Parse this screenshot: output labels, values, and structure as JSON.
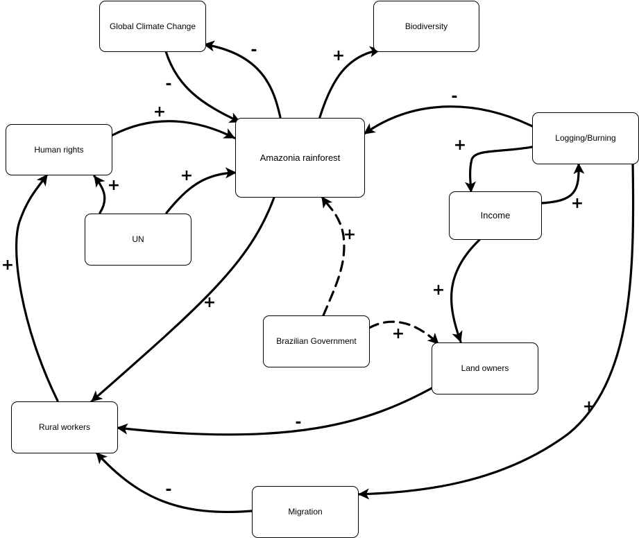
{
  "nodes": {
    "global_climate_change": "Global Climate Change",
    "biodiversity": "Biodiversity",
    "human_rights": "Human rights",
    "amazonia_rainforest": "Amazonia rainforest",
    "logging_burning": "Logging/Burning",
    "income": "Income",
    "un": "UN",
    "brazilian_government": "Brazilian Government",
    "land_owners": "Land owners",
    "rural_workers": "Rural workers",
    "migration": "Migration"
  },
  "edges": [
    {
      "from": "amazonia_rainforest",
      "to": "global_climate_change",
      "sign": "-",
      "style": "solid"
    },
    {
      "from": "global_climate_change",
      "to": "amazonia_rainforest",
      "sign": "-",
      "style": "solid"
    },
    {
      "from": "amazonia_rainforest",
      "to": "biodiversity",
      "sign": "+",
      "style": "solid"
    },
    {
      "from": "human_rights",
      "to": "amazonia_rainforest",
      "sign": "+",
      "style": "solid"
    },
    {
      "from": "un",
      "to": "amazonia_rainforest",
      "sign": "+",
      "style": "solid"
    },
    {
      "from": "un",
      "to": "human_rights",
      "sign": "+",
      "style": "solid"
    },
    {
      "from": "logging_burning",
      "to": "amazonia_rainforest",
      "sign": "-",
      "style": "solid"
    },
    {
      "from": "logging_burning",
      "to": "income",
      "sign": "+",
      "style": "solid"
    },
    {
      "from": "income",
      "to": "logging_burning",
      "sign": "+",
      "style": "solid"
    },
    {
      "from": "income",
      "to": "land_owners",
      "sign": "+",
      "style": "solid"
    },
    {
      "from": "brazilian_government",
      "to": "amazonia_rainforest",
      "sign": "+",
      "style": "dashed"
    },
    {
      "from": "brazilian_government",
      "to": "land_owners",
      "sign": "+",
      "style": "dashed"
    },
    {
      "from": "amazonia_rainforest",
      "to": "rural_workers",
      "sign": "+",
      "style": "solid"
    },
    {
      "from": "land_owners",
      "to": "rural_workers",
      "sign": "-",
      "style": "solid"
    },
    {
      "from": "rural_workers",
      "to": "human_rights",
      "sign": "+",
      "style": "solid"
    },
    {
      "from": "logging_burning",
      "to": "migration",
      "sign": "+",
      "style": "solid"
    },
    {
      "from": "migration",
      "to": "rural_workers",
      "sign": "-",
      "style": "solid"
    }
  ]
}
